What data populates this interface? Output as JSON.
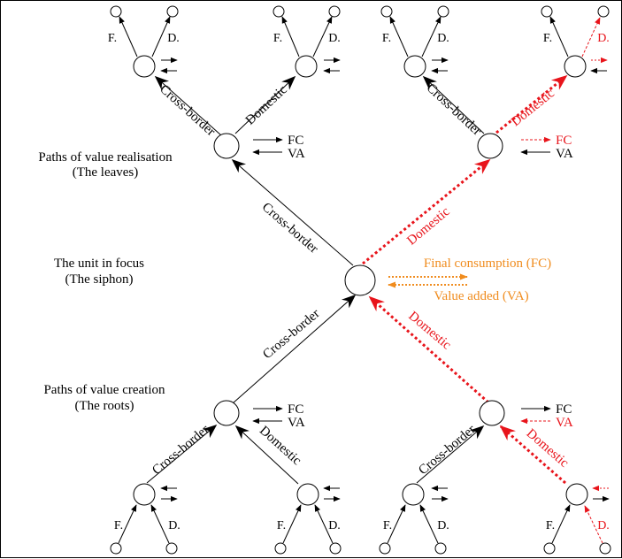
{
  "colors": {
    "base": "#000000",
    "domestic": "#e8141b",
    "focus": "#f08c1e"
  },
  "descriptions": {
    "leaves": [
      "Paths of value realisation",
      "(The leaves)"
    ],
    "siphon": [
      "The unit in focus",
      "(The siphon)"
    ],
    "roots": [
      "Paths of value creation",
      "(The roots)"
    ]
  },
  "edge_labels": {
    "cross_border": "Cross-border",
    "domestic": "Domestic"
  },
  "leaf_labels": {
    "foreign": "F.",
    "domestic": "D."
  },
  "flow_labels": {
    "fc": "FC",
    "va": "VA"
  },
  "focus_flows": {
    "fc": "Final consumption (FC)",
    "va": "Value added (VA)"
  }
}
